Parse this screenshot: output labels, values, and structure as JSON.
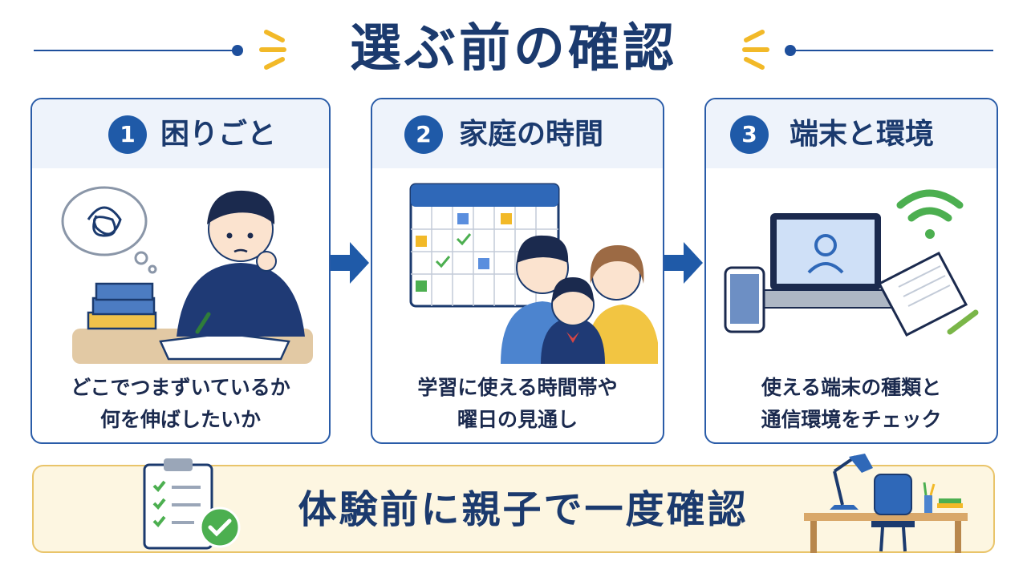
{
  "header": {
    "title": "選ぶ前の確認"
  },
  "steps": [
    {
      "number": "1",
      "title": "困りごと",
      "lines": [
        "どこでつまずいているか",
        "何を伸ばしたいか"
      ]
    },
    {
      "number": "2",
      "title": "家庭の時間",
      "lines": [
        "学習に使える時間帯や",
        "曜日の見通し"
      ]
    },
    {
      "number": "3",
      "title": "端末と環境",
      "lines": [
        "使える端末の種類と",
        "通信環境をチェック"
      ]
    }
  ],
  "banner": {
    "text": "体験前に親子で一度確認"
  },
  "colors": {
    "navy": "#1b3a6e",
    "blue": "#1f5aa8",
    "accent_yellow": "#f2b928",
    "wifi_green": "#4caf50",
    "banner_bg": "#fdf6e1"
  }
}
